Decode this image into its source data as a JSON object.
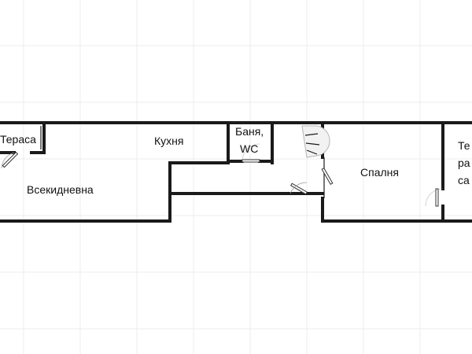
{
  "floor_plan": {
    "rooms": {
      "terrace_left": "Тераса",
      "kitchen": "Кухня",
      "bathroom_line1": "Баня,",
      "bathroom_line2": "WC",
      "living_room": "Всекидневна",
      "bedroom": "Спалня",
      "right_room_line1": "Те",
      "right_room_line2": "ра",
      "right_room_line3": "са"
    }
  }
}
